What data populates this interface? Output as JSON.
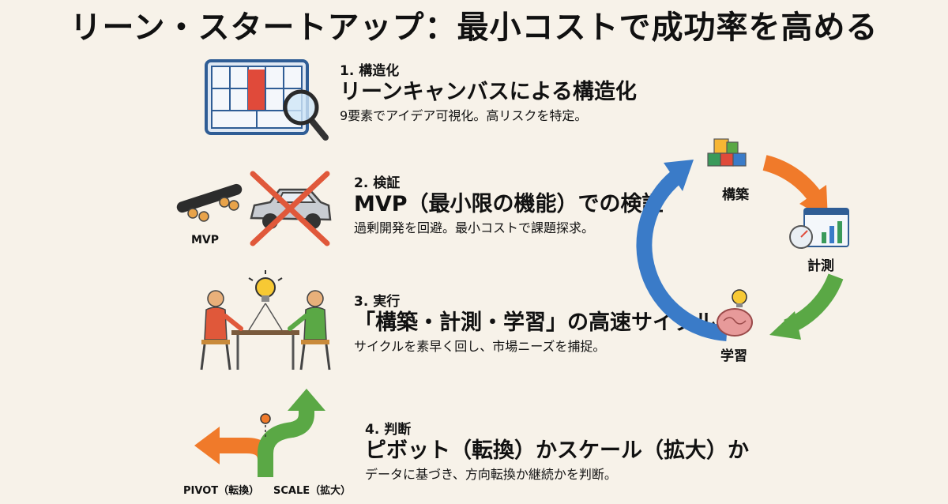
{
  "title": "リーン・スタートアップ：最小コストで成功率を高める",
  "steps": [
    {
      "num": "1. 構造化",
      "head": "リーンキャンバスによる構造化",
      "desc": "9要素でアイデア可視化。高リスクを特定。"
    },
    {
      "num": "2. 検証",
      "head": "MVP（最小限の機能）での検証",
      "desc": "過剰開発を回避。最小コストで課題探求。"
    },
    {
      "num": "3. 実行",
      "head": "「構築・計測・学習」の高速サイクル",
      "desc": "サイクルを素早く回し、市場ニーズを捕捉。"
    },
    {
      "num": "4. 判断",
      "head": "ピボット（転換）かスケール（拡大）か",
      "desc": "データに基づき、方向転換か継続かを判断。"
    }
  ],
  "mvp_label": "MVP",
  "pivot_label": "PIVOT（転換）",
  "scale_label": "SCALE（拡大）",
  "cycle": {
    "build": "構築",
    "measure": "計測",
    "learn": "学習"
  },
  "colors": {
    "blue": "#3a7bc8",
    "orange": "#f07a2a",
    "green": "#5aa845",
    "red": "#e0583a"
  },
  "icons": [
    "lean-canvas-icon",
    "magnifier-icon",
    "skateboard-icon",
    "car-icon",
    "cross-icon",
    "lightbulb-icon",
    "people-meeting-icon",
    "fork-arrow-icon",
    "cubes-icon",
    "gauge-chart-icon",
    "brain-icon"
  ]
}
